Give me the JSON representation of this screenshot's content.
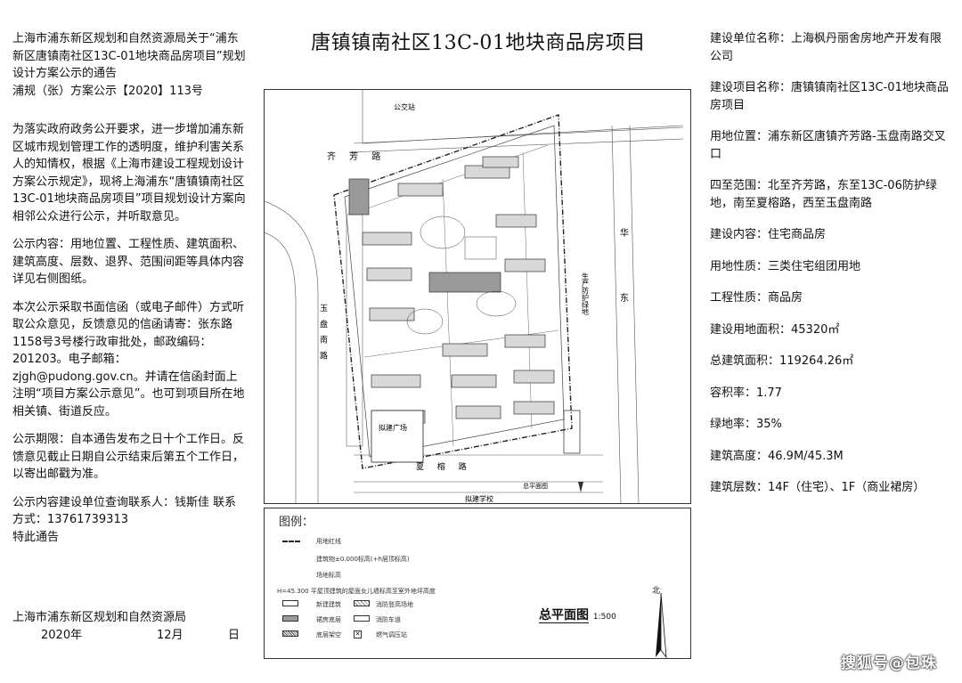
{
  "title": "唐镇镇南社区13C-01地块商品房项目",
  "left": {
    "notice_title": "上海市浦东新区规划和自然资源局关于“浦东新区唐镇南社区13C-01地块商品房项目”规划设计方案公示的通告",
    "doc_no": "浦规（张）方案公示【2020】113号",
    "para1": "为落实政府政务公开要求，进一步增加浦东新区城市规划管理工作的透明度，维护利害关系人的知情权，根据《上海市建设工程规划设计方案公示规定》，现将上海浦东“唐镇镇南社区13C-01地块商品房项目”项目规划设计方案向相邻公众进行公示，并听取意见。",
    "para2": "公示内容：用地位置、工程性质、建筑面积、建筑高度、层数、退界、范围间距等具体内容详见右侧图纸。",
    "para3": "本次公示采取书面信函（或电子邮件）方式听取公众意见，反馈意见的信函请寄：张东路1158号3号楼行政审批处，邮政编码：201203。电子邮箱：zjgh@pudong.gov.cn。并请在信函封面上注明“项目方案公示意见”。也可到项目所在地相关镇、街道反应。",
    "para4": "公示期限：自本通告发布之日十个工作日。反馈意见截止日期自公示结束后第五个工作日，以寄出邮戳为准。",
    "para5": "公示内容建设单位查询联系人：钱斯佳  联系方式：13761739313",
    "para6": "特此通告",
    "sign_org": "上海市浦东新区规划和自然资源局",
    "sign_year": "2020年",
    "sign_month": "12月",
    "sign_day": "日"
  },
  "right": {
    "items": [
      "建设单位名称：上海枫丹丽舍房地产开发有限公司",
      "建设项目名称：唐镇镇南社区13C-01地块商品房项目",
      "用地位置：浦东新区唐镇齐芳路-玉盘南路交叉口",
      "四至范围：北至齐芳路，东至13C-06防护绿地，南至夏榕路，西至玉盘南路",
      "建设内容：住宅商品房",
      "用地性质：三类住宅组团用地",
      "工程性质：商品房",
      "建设用地面积：45320㎡",
      "总建筑面积：119264.26㎡",
      "容积率：1.77",
      "绿地率：35%",
      "建筑高度：46.9M/45.3M",
      "建筑层数：14F（住宅）、1F（商业裙房）"
    ]
  },
  "plan": {
    "labels": {
      "bus_stop": "公交站",
      "road_north": "齐 芳 路",
      "road_west": "玉 盘 南 路",
      "road_south": "夏 榕 路",
      "road_east": "华 东",
      "green_belt": "生产防护绿地",
      "plaza": "拟建广场",
      "school": "拟建学校",
      "plan_small": "总平面图"
    }
  },
  "legend": {
    "title": "图例：",
    "items": [
      "用地红线",
      "建筑物±0.000标高(+h层顶标高)",
      "场地标高",
      "H=45.300  平屋顶建筑的屋面女儿墙标高至室外地坪高度",
      "新建建筑",
      "消防登高场地",
      "裙房底层",
      "消防车道",
      "底层架空",
      "燃气调压站"
    ]
  },
  "zong": {
    "label": "总平面图",
    "scale": "1:500"
  },
  "north": "北",
  "watermark": "搜狐号@包珠"
}
